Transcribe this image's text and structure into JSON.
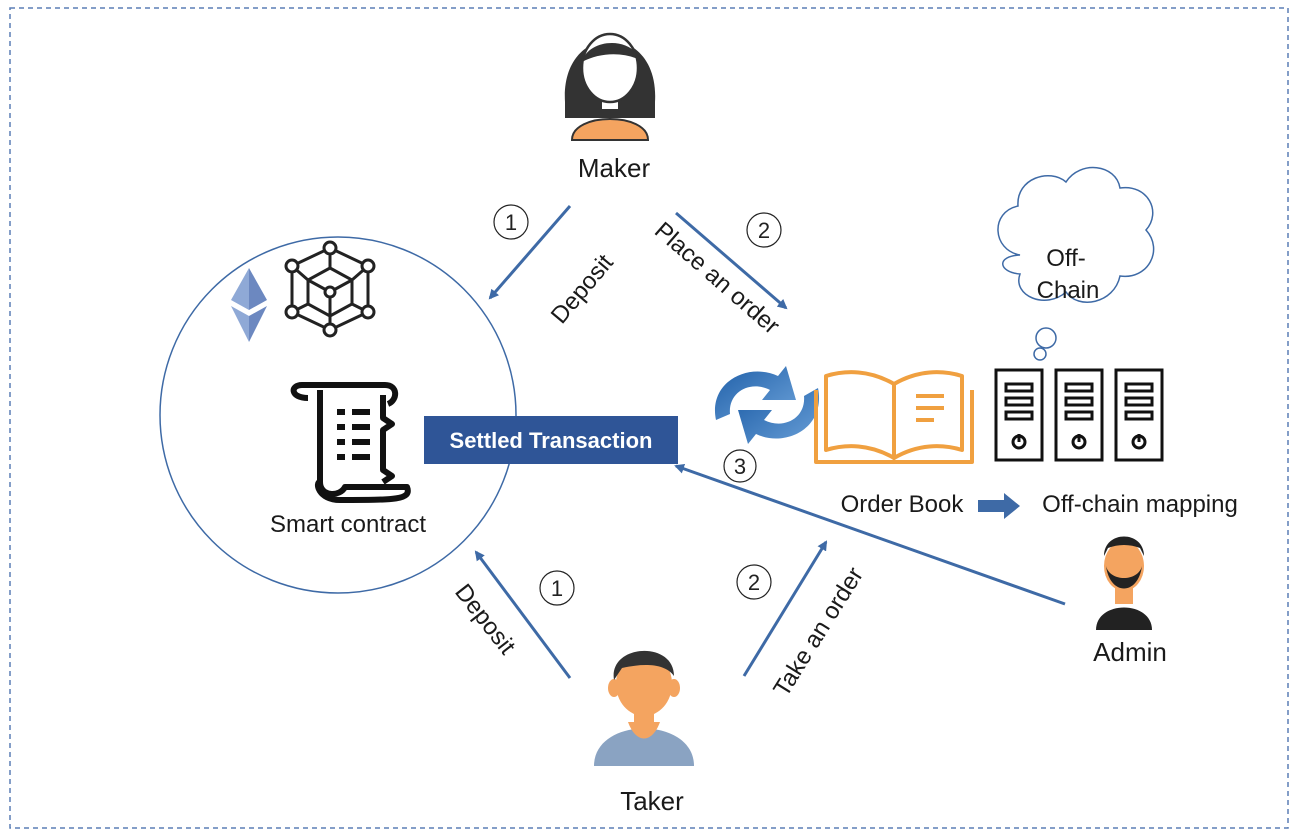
{
  "actors": {
    "maker": "Maker",
    "taker": "Taker",
    "admin": "Admin"
  },
  "nodes": {
    "smart_contract": "Smart contract",
    "settled_transaction": "Settled Transaction",
    "order_book": "Order Book",
    "off_chain_mapping": "Off-chain mapping",
    "cloud_line1": "Off-",
    "cloud_line2": "Chain"
  },
  "edges": {
    "maker_deposit": {
      "step": "1",
      "label": "Deposit"
    },
    "maker_place_order": {
      "step": "2",
      "label": "Place an order"
    },
    "admin_settle": {
      "step": "3"
    },
    "taker_deposit": {
      "step": "1",
      "label": "Deposit"
    },
    "taker_take_order": {
      "step": "2",
      "label": "Take an order"
    }
  },
  "colors": {
    "arrow": "#3e6aa6",
    "settled_box": "#2f5597",
    "book": "#f0a040",
    "circle": "#3e6aa6",
    "skin": "#f4a460",
    "frame": "#5b7fb5"
  }
}
